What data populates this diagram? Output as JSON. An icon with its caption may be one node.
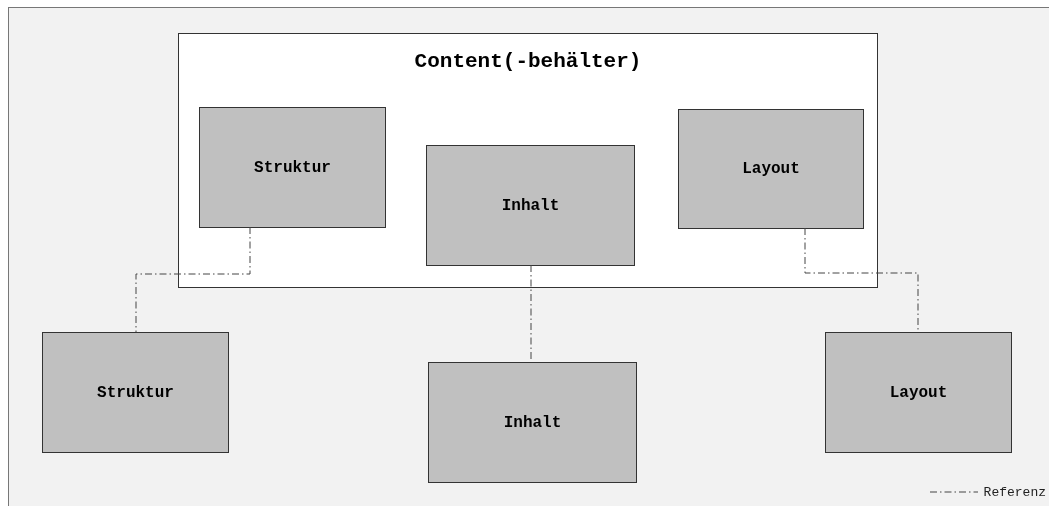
{
  "diagram": {
    "nodes": [
      {
        "text": [
          "Content(-behälter)"
        ]
      },
      {
        "text": [
          "Struktur"
        ],
        "in": 0
      },
      {
        "text": [
          "Inhalt"
        ],
        "in": 0
      },
      {
        "text": [
          "Layout"
        ],
        "in": 0
      },
      {
        "text": [
          "Struktur"
        ]
      },
      {
        "text": [
          "Inhalt"
        ]
      },
      {
        "text": [
          "Layout"
        ]
      }
    ],
    "edges": [
      {
        "from": 1,
        "to": 4,
        "arrow": "none",
        "style": "dashed"
      },
      {
        "from": 2,
        "to": 5,
        "arrow": "none",
        "style": "dashed"
      },
      {
        "from": 3,
        "to": 6,
        "arrow": "none",
        "style": "dashed"
      }
    ],
    "legend": [
      {
        "text": "Referenz"
      }
    ]
  }
}
